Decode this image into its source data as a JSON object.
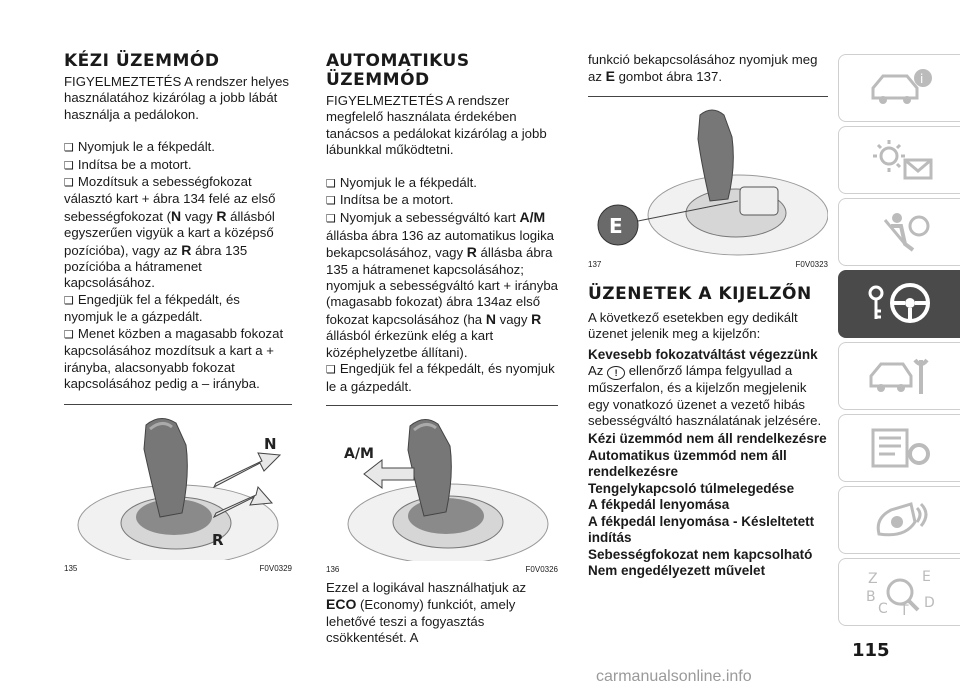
{
  "col1": {
    "title": "KÉZI ÜZEMMÓD",
    "p1": "FIGYELMEZTETÉS A rendszer helyes használatához kizárólag a jobb lábát használja a pedálokon.",
    "b1": "Nyomjuk le a fékpedált.",
    "b2": "Indítsa be a motort.",
    "b3": "Mozdítsuk a sebességfokozat választó kart + ábra 134 felé az első sebességfokozat (",
    "b3_k1": "N",
    "b3_m": " vagy ",
    "b3_k2": "R",
    "b3_e": " állásból egyszerűen vigyük a kart a középső pozícióba), vagy az ",
    "b3_k3": "R",
    "b3_e2": " ábra 135 pozícióba a hátramenet kapcsolásához.",
    "b4": "Engedjük fel a fékpedált, és nyomjuk le a gázpedált.",
    "b5": "Menet közben a magasabb fokozat kapcsolásához mozdítsuk a kart a + irányba, alacsonyabb fokozat kapcsolásához pedig a – irányba.",
    "fig_num": "135",
    "fig_code": "F0V0329",
    "fig_n": "N",
    "fig_r": "R"
  },
  "col2": {
    "title": "AUTOMATIKUS ÜZEMMÓD",
    "p1": "FIGYELMEZTETÉS A rendszer megfelelő használata érdekében tanácsos a pedálokat kizárólag a jobb lábunkkal működtetni.",
    "b1": "Nyomjuk le a fékpedált.",
    "b2": "Indítsa be a motort.",
    "b3": "Nyomjuk a sebességváltó kart ",
    "b3_k1": "A/M",
    "b3_e": " állásba ábra 136 az automatikus logika bekapcsolásához, vagy ",
    "b3_k2": "R",
    "b3_e2": " állásba ábra 135 a hátramenet kapcsolásához; nyomjuk a sebességváltó kart + irányba (magasabb fokozat) ábra 134az első fokozat kapcsolásához (ha ",
    "b3_k3": "N",
    "b3_e3": " vagy ",
    "b3_k4": "R",
    "b3_e4": " állásból érkezünk elég a kart középhelyzetbe állítani).",
    "b4": "Engedjük fel a fékpedált, és nyomjuk le a gázpedált.",
    "fig_num": "136",
    "fig_code": "F0V0326",
    "fig_am": "A/M",
    "p2a": "Ezzel a logikával használhatjuk az ",
    "p2k": "ECO",
    "p2b": " (Economy) funkciót, amely lehetővé teszi a fogyasztás csökkentését. A"
  },
  "col3": {
    "p1a": "funkció bekapcsolásához nyomjuk meg az ",
    "p1k": "E",
    "p1b": " gombot ábra 137.",
    "fig_num": "137",
    "fig_code": "F0V0323",
    "fig_e": "E",
    "title": "ÜZENETEK A KIJELZŐN",
    "p2": "A következő esetekben egy dedikált üzenet jelenik meg a kijelzőn:",
    "s1": "Kevesebb fokozatváltást végezzünk",
    "p3a": "Az ",
    "p3b": " ellenőrző lámpa felgyullad a műszerfalon, és a kijelzőn megjelenik egy vonatkozó üzenet a vezető hibás sebességváltó használatának jelzésére.",
    "s2": "Kézi üzemmód nem áll rendelkezésre",
    "s3": "Automatikus üzemmód nem áll rendelkezésre",
    "s4": "Tengelykapcsoló túlmelegedése",
    "s5": "A fékpedál lenyomása",
    "s6": "A fékpedál lenyomása - Késleltetett indítás",
    "s7": "Sebességfokozat nem kapcsolható",
    "s8": "Nem engedélyezett művelet"
  },
  "sidebar": {
    "tabs": [
      "car-info-icon",
      "warning-lights-icon",
      "safety-icon",
      "steering-wheel-icon",
      "car-tools-icon",
      "service-icon",
      "multimedia-icon",
      "index-icon"
    ],
    "letters": [
      "Z",
      "E",
      "B",
      "C",
      "T",
      "D"
    ]
  },
  "page_number": "115",
  "footer": "carmanualsonline.info"
}
